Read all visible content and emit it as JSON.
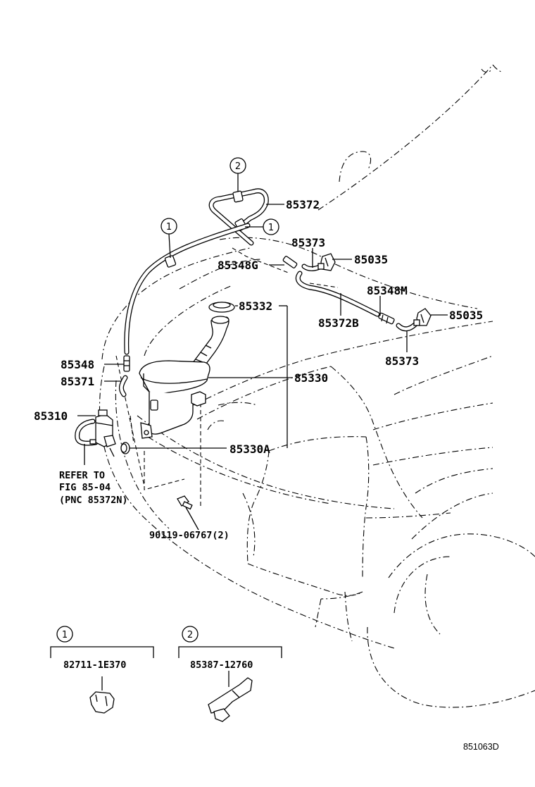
{
  "labels": {
    "p85372": "85372",
    "p85373_top": "85373",
    "p85035_top": "85035",
    "p85348G": "85348G",
    "p85348M": "85348M",
    "p85332": "85332",
    "p85372B": "85372B",
    "p85035_right": "85035",
    "p85348": "85348",
    "p85330": "85330",
    "p85373_right": "85373",
    "p85371": "85371",
    "p85310": "85310",
    "p85330A": "85330A",
    "refer_line1": "REFER TO",
    "refer_line2": "FIG 85-04",
    "refer_line3": "(PNC 85372N)",
    "p90119": "90119-06767(2)",
    "callout_1": "1",
    "callout_2": "2"
  },
  "legend": [
    {
      "marker": "1",
      "part_no": "82711-1E370"
    },
    {
      "marker": "2",
      "part_no": "85387-12760"
    }
  ],
  "figure_code": "851063D"
}
